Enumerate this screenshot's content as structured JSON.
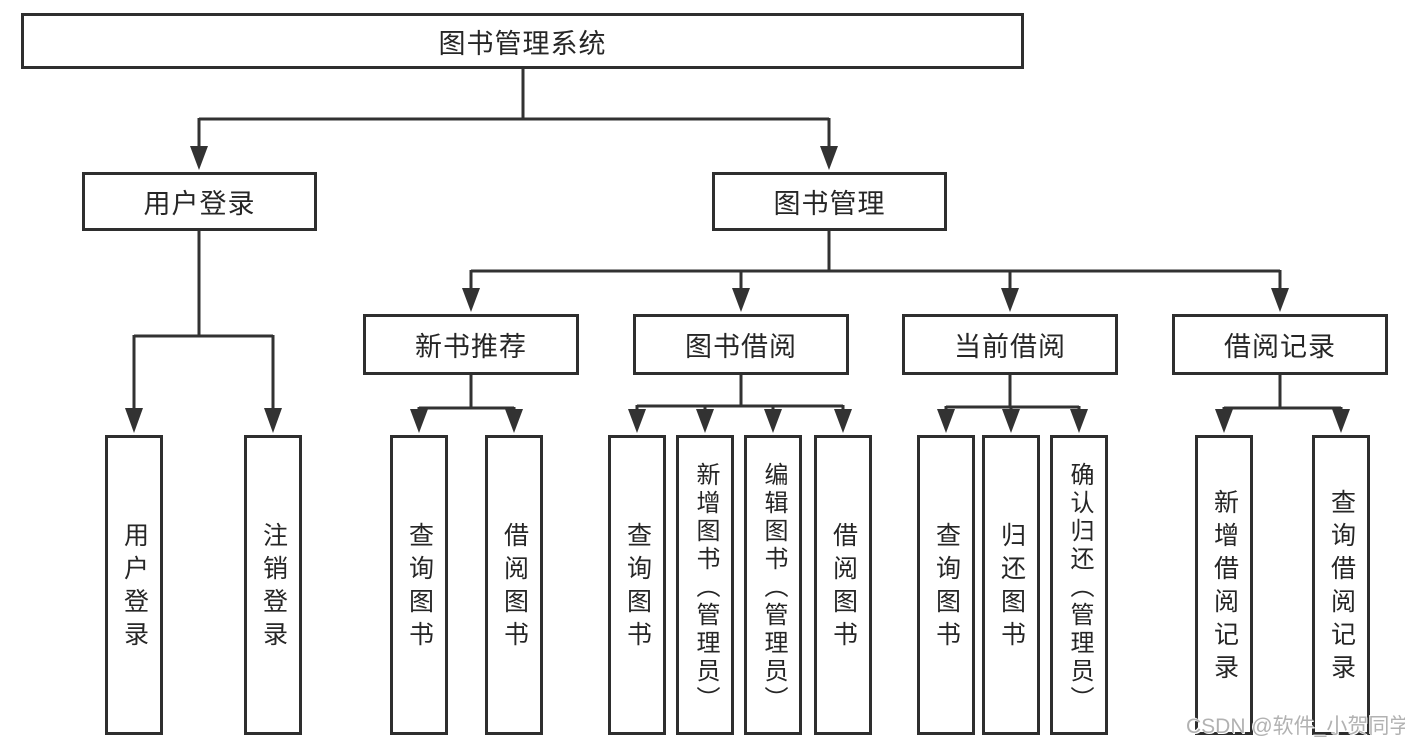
{
  "root": {
    "label": "图书管理系统"
  },
  "level1": {
    "user_login": {
      "label": "用户登录"
    },
    "book_mgmt": {
      "label": "图书管理"
    }
  },
  "level2": {
    "new_books": {
      "label": "新书推荐"
    },
    "borrowing": {
      "label": "图书借阅"
    },
    "current": {
      "label": "当前借阅"
    },
    "records": {
      "label": "借阅记录"
    }
  },
  "leaves": {
    "user_login": [
      "用户登录",
      "注销登录"
    ],
    "new_books": [
      "查询图书",
      "借阅图书"
    ],
    "borrowing": [
      "查询图书",
      "新增图书（管理员）",
      "编辑图书（管理员）",
      "借阅图书"
    ],
    "current": [
      "查询图书",
      "归还图书",
      "确认归还（管理员）"
    ],
    "records": [
      "新增借阅记录",
      "查询借阅记录"
    ]
  },
  "watermark": "CSDN @软件_小贺同学",
  "colors": {
    "line": "#323232",
    "border": "#2e2e2e",
    "text": "#262626",
    "watermark": "#b2b2b2",
    "background": "#ffffff"
  }
}
